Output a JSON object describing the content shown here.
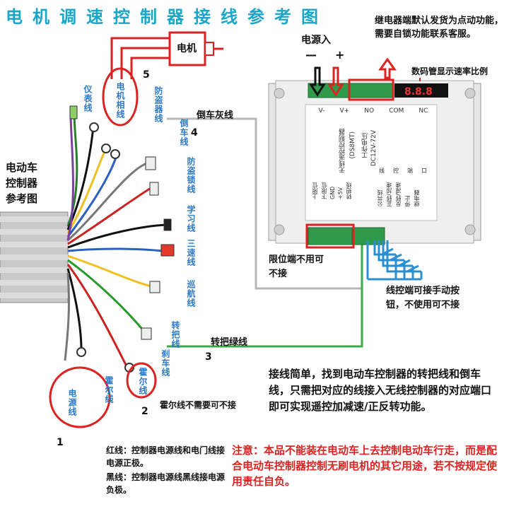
{
  "title": "电机调速控制器接线参考图",
  "motor": {
    "label": "电机",
    "num": "5"
  },
  "ev_controller": {
    "line1": "电动车",
    "line2": "控制器",
    "line3": "参考图"
  },
  "wires": {
    "instrument": "仪表线",
    "motor_phase": "电机相线",
    "anti_theft": "防盗器线",
    "reverse": "倒车线",
    "anti_theft_lock": "防盗锁线",
    "learn": "学习线",
    "three_speed": "三速线",
    "cruise": "巡航线",
    "hall_small": "霍尔线",
    "throttle": "转把线",
    "brake": "刹车线",
    "power": "电源线",
    "hall": "霍尔线"
  },
  "labels": {
    "reverse_gray": "倒车灰线",
    "reverse_num": "4",
    "throttle_green": "转把绿线",
    "throttle_num": "3",
    "hall_note": "霍尔线不需要可不接",
    "hall_num": "2",
    "power_num": "1",
    "power_in": "电源入",
    "minus": "—",
    "plus": "+",
    "relay_note": "继电器端默认发货为点动功能，需要自锁功能联系客服。",
    "digital_note": "数码管显示速率比例",
    "limit_note_1": "限位端不用可",
    "limit_note_2": "不接",
    "wire_ctrl_note_1": "线控端可接手动按",
    "wire_ctrl_note_2": "钮，不使用可不接"
  },
  "module": {
    "top_terminals": [
      "V-",
      "V+",
      "NO",
      "COM",
      "NC"
    ],
    "model": "无线遥控控制器",
    "code": "(DS8MT)",
    "voltage_label": "工作电压",
    "voltage": "DC12V-72V",
    "left_rows": [
      "上限位",
      "下限位",
      "GND",
      "+5V",
      "转把线"
    ],
    "mid_rows": [
      "公共线",
      "正转/加速",
      "反转/减速",
      "停止",
      "继电器"
    ],
    "right_col": [
      "线",
      "控",
      "端",
      "口"
    ]
  },
  "description": "接线简单，找到电动车控制器的转把线和倒车线，只需把对应的线接入无线控制器的对应端口即可实现遥控加减速/正反转功能。",
  "legend": {
    "red": "红线：控制器电源线和电门线接电源正极。",
    "black": "黑线：控制器电源线黑线接电源负极。"
  },
  "warning": "注意：本品不能装在电动车上去控制电动车行走，而是配合电动车控制器控制无刷电机的其它用途，若不按规定使用责任自负。",
  "colors": {
    "title": "#1aa6c8",
    "annotation_red": "#dd2222",
    "gray_wire": "#b8b8b8",
    "green_wire": "#3daa4a",
    "blue_wire": "#2a8fd0",
    "label_blue": "#2d7ac8"
  }
}
